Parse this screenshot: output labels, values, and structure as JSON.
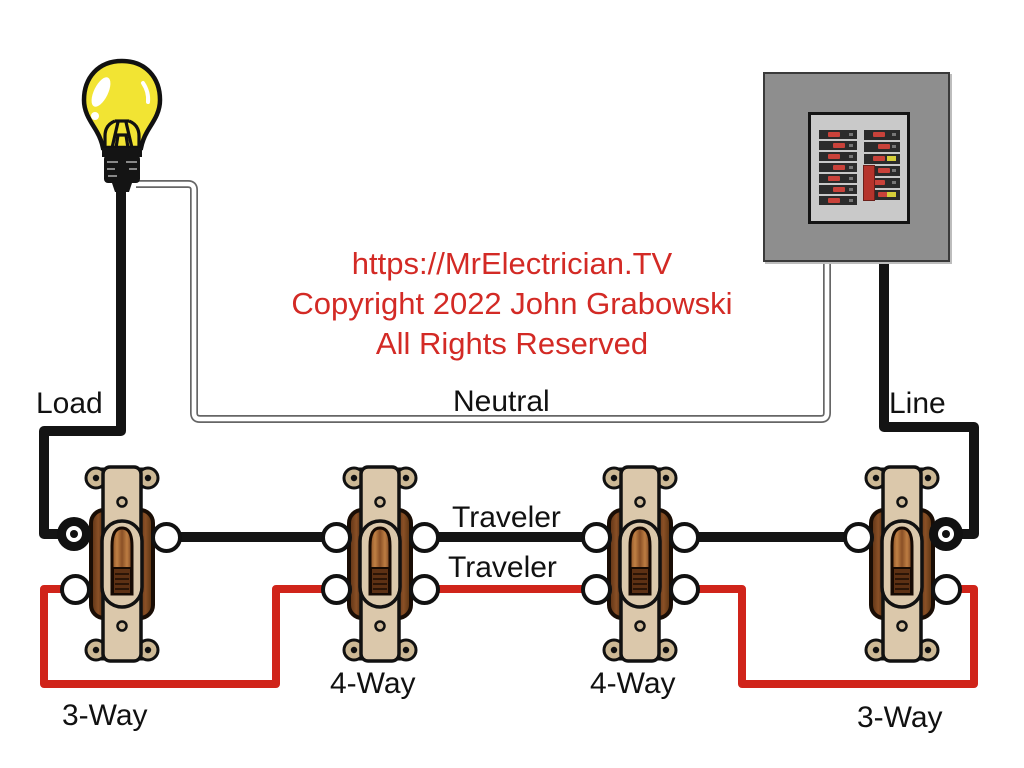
{
  "watermark": {
    "line1": "https://MrElectrician.TV",
    "line2": "Copyright 2022 John Grabowski",
    "line3": "All Rights Reserved",
    "color": "#d32a25"
  },
  "wire_labels": {
    "load": "Load",
    "neutral": "Neutral",
    "line": "Line",
    "traveler_top": "Traveler",
    "traveler_bottom": "Traveler"
  },
  "switch_labels": {
    "s1": "3-Way",
    "s2": "4-Way",
    "s3": "4-Way",
    "s4": "3-Way"
  },
  "icons": {
    "bulb": "light-bulb-icon",
    "panel": "breaker-panel-icon",
    "switch": "toggle-switch-icon"
  },
  "colors": {
    "hot_wire": "#141414",
    "traveler_wire": "#d0241a",
    "neutral_wire_outline": "#666666",
    "neutral_wire_fill": "#ffffff",
    "bulb_glass": "#f2e433",
    "panel_gray": "#8e8e8e",
    "switch_plate": "#dbc8ab",
    "switch_body": "#7a4423"
  }
}
